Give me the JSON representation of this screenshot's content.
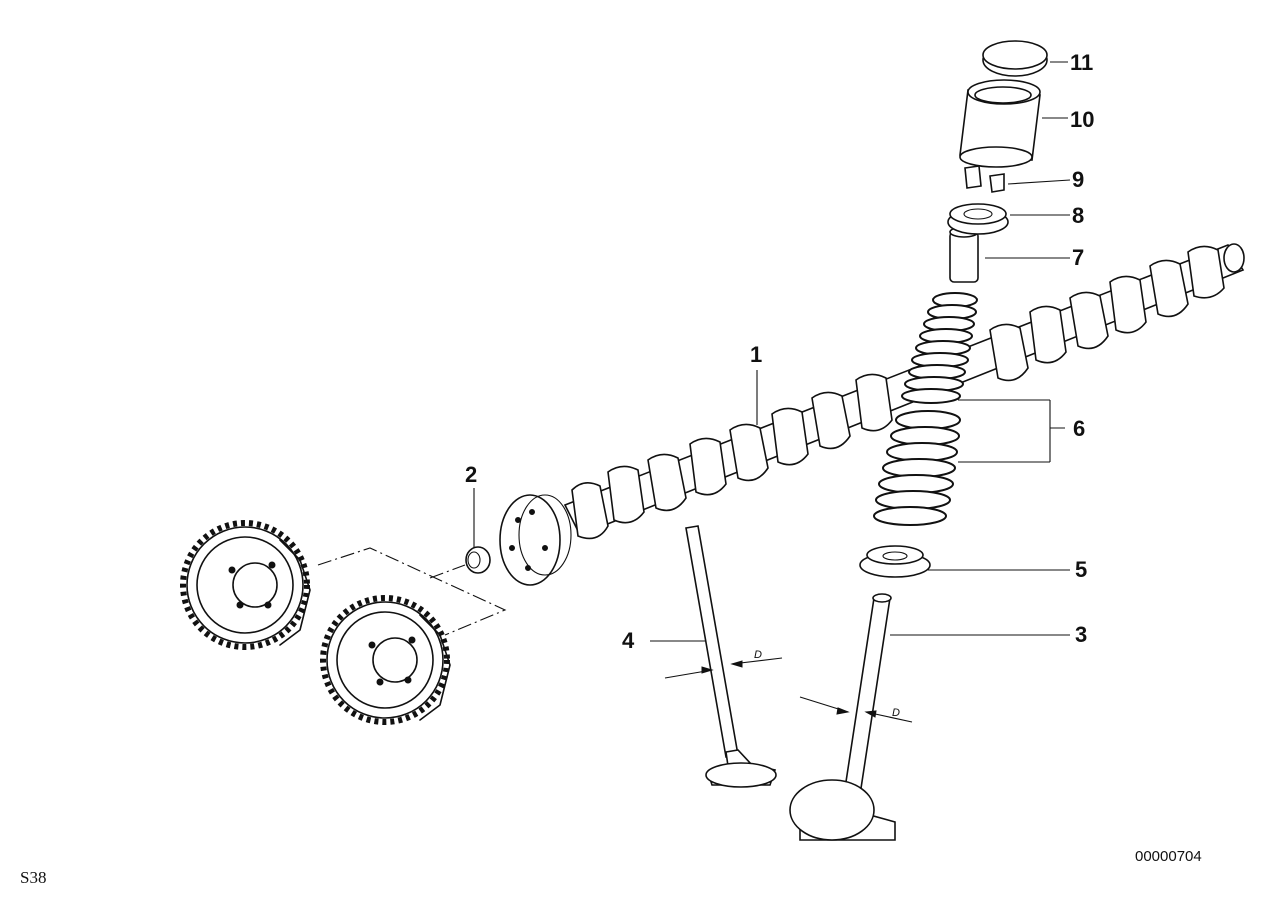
{
  "callouts": [
    "1",
    "2",
    "3",
    "4",
    "5",
    "6",
    "7",
    "8",
    "9",
    "10",
    "11"
  ],
  "dimension_label": "D",
  "footer": {
    "left": "S38",
    "right": "00000704"
  }
}
